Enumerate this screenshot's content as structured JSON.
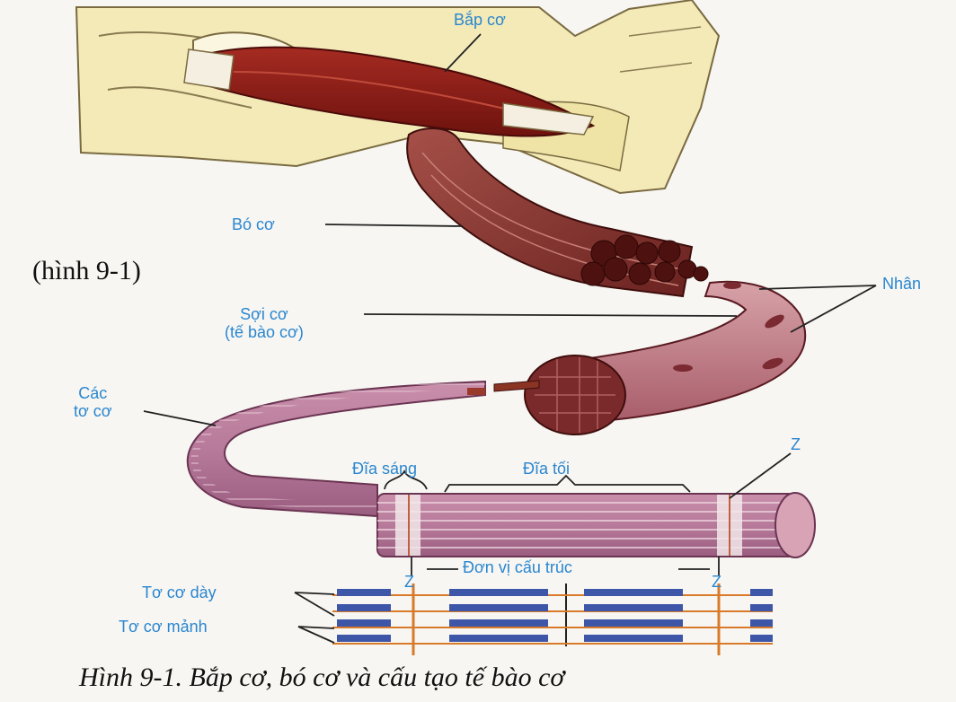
{
  "figure_ref": "(hình 9-1)",
  "caption": "Hình 9-1. Bắp cơ, bó cơ và cấu tạo tế bào cơ",
  "labels": {
    "bap_co": "Bắp cơ",
    "bo_co": "Bó cơ",
    "soi_co_line1": "Sợi cơ",
    "soi_co_line2": "(tế bào cơ)",
    "nhan": "Nhân",
    "cac_to_co_line1": "Các",
    "cac_to_co_line2": "tơ cơ",
    "dia_sang": "Đĩa sáng",
    "dia_toi": "Đĩa tối",
    "z_top": "Z",
    "z_left": "Z",
    "z_right": "Z",
    "don_vi_cau_truc": "Đơn vị cấu trúc",
    "to_co_day": "Tơ cơ dày",
    "to_co_manh": "Tơ cơ mảnh"
  },
  "colors": {
    "label_blue": "#2a86d0",
    "muscle_red": "#8e1f1a",
    "fiber_pink": "#b7768a",
    "skin": "#f3eab8"
  }
}
